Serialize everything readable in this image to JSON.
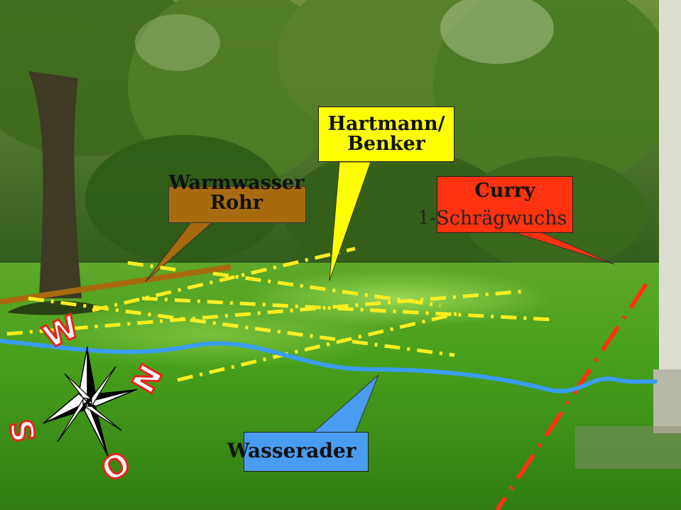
{
  "labels": {
    "warmwasser": "Warmwasser\nRohr",
    "hartmann": "Hartmann/\nBenker",
    "curry": "Curry",
    "curry_sub": "1-Schrägwuchs",
    "wasserader": "Wasserader"
  },
  "compass": {
    "w": "W",
    "n": "N",
    "s": "S",
    "o": "O"
  },
  "colors": {
    "warmwasser": "#a86a0e",
    "hartmann": "#ffff00",
    "curry": "#ff3311",
    "wasserader": "#4a9cf0"
  }
}
